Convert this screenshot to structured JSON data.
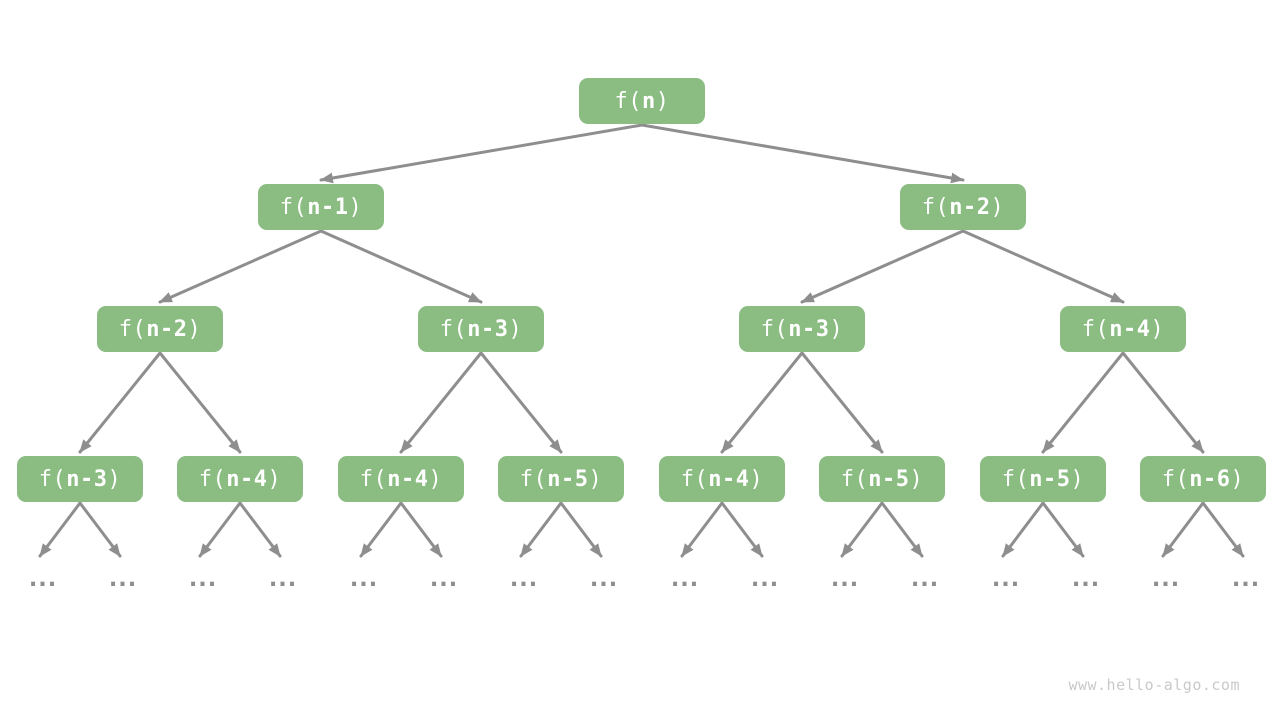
{
  "diagram": {
    "type": "recursion-tree",
    "palette": {
      "node_fill": "#8bbd83",
      "node_text": "#ffffff",
      "edge_color": "#8e8e8e",
      "watermark_color": "#c9c9c9",
      "background": "#ffffff"
    }
  },
  "nodes": [
    {
      "id": "root",
      "level": 0,
      "label": "f(n)",
      "parts": [
        "f(",
        "n",
        ")"
      ]
    },
    {
      "id": "l1-0",
      "level": 1,
      "label": "f(n-1)",
      "parts": [
        "f(",
        "n-1",
        ")"
      ]
    },
    {
      "id": "l1-1",
      "level": 1,
      "label": "f(n-2)",
      "parts": [
        "f(",
        "n-2",
        ")"
      ]
    },
    {
      "id": "l2-0",
      "level": 2,
      "label": "f(n-2)",
      "parts": [
        "f(",
        "n-2",
        ")"
      ]
    },
    {
      "id": "l2-1",
      "level": 2,
      "label": "f(n-3)",
      "parts": [
        "f(",
        "n-3",
        ")"
      ]
    },
    {
      "id": "l2-2",
      "level": 2,
      "label": "f(n-3)",
      "parts": [
        "f(",
        "n-3",
        ")"
      ]
    },
    {
      "id": "l2-3",
      "level": 2,
      "label": "f(n-4)",
      "parts": [
        "f(",
        "n-4",
        ")"
      ]
    },
    {
      "id": "l3-0",
      "level": 3,
      "label": "f(n-3)",
      "parts": [
        "f(",
        "n-3",
        ")"
      ]
    },
    {
      "id": "l3-1",
      "level": 3,
      "label": "f(n-4)",
      "parts": [
        "f(",
        "n-4",
        ")"
      ]
    },
    {
      "id": "l3-2",
      "level": 3,
      "label": "f(n-4)",
      "parts": [
        "f(",
        "n-4",
        ")"
      ]
    },
    {
      "id": "l3-3",
      "level": 3,
      "label": "f(n-5)",
      "parts": [
        "f(",
        "n-5",
        ")"
      ]
    },
    {
      "id": "l3-4",
      "level": 3,
      "label": "f(n-4)",
      "parts": [
        "f(",
        "n-4",
        ")"
      ]
    },
    {
      "id": "l3-5",
      "level": 3,
      "label": "f(n-5)",
      "parts": [
        "f(",
        "n-5",
        ")"
      ]
    },
    {
      "id": "l3-6",
      "level": 3,
      "label": "f(n-5)",
      "parts": [
        "f(",
        "n-5",
        ")"
      ]
    },
    {
      "id": "l3-7",
      "level": 3,
      "label": "f(n-6)",
      "parts": [
        "f(",
        "n-6",
        ")"
      ]
    }
  ],
  "ellipsis": "...",
  "watermark": "www.hello-algo.com"
}
